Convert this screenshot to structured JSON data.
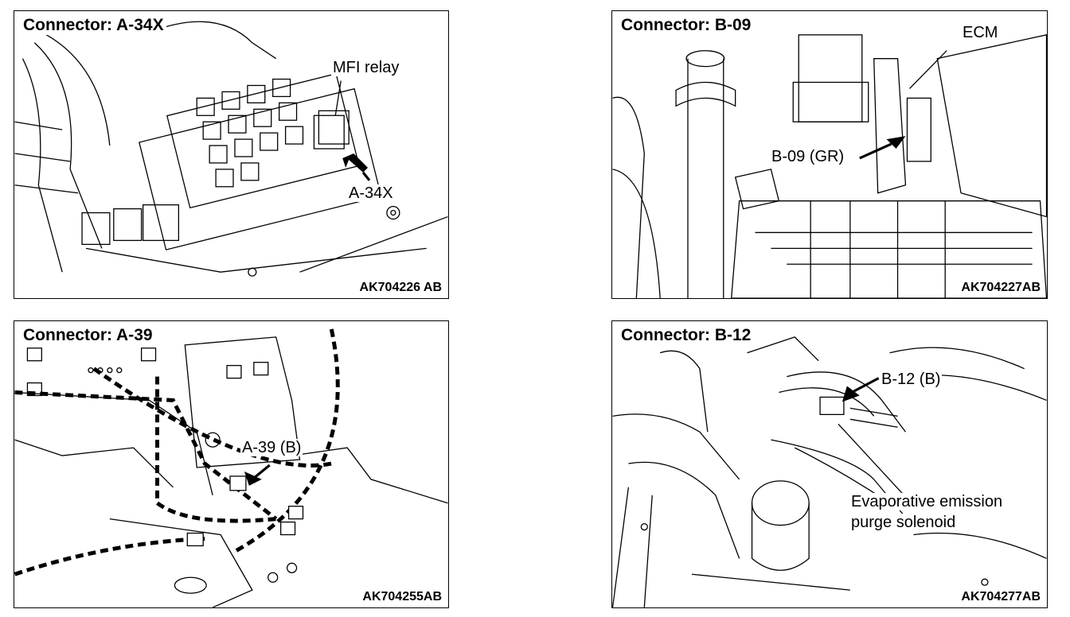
{
  "panels": [
    {
      "title": "Connector: A-34X",
      "labels": [
        "MFI relay",
        "A-34X"
      ],
      "code": "AK704226 AB"
    },
    {
      "title": "Connector: B-09",
      "labels": [
        "ECM",
        "B-09 (GR)"
      ],
      "code": "AK704227AB"
    },
    {
      "title": "Connector: A-39",
      "labels": [
        "A-39 (B)"
      ],
      "code": "AK704255AB"
    },
    {
      "title": "Connector: B-12",
      "labels": [
        "B-12 (B)",
        "Evaporative emission",
        "purge solenoid"
      ],
      "code": "AK704277AB"
    }
  ]
}
